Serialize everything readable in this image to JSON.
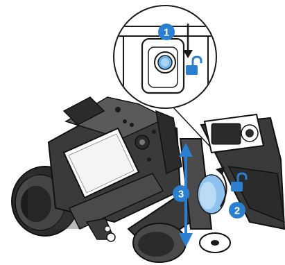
{
  "accent_color": "#2a7fd0",
  "accent_light": "#8fc3ef",
  "line_color": "#1a1a1a",
  "steps": {
    "step1": "1",
    "step2": "2",
    "step3": "3"
  },
  "icons": {
    "lock": "unlock-icon",
    "arrow_down": "arrow-down-icon",
    "arrow_updown": "arrow-up-down-icon",
    "arrow_rotate": "rotate-arrow-icon"
  }
}
